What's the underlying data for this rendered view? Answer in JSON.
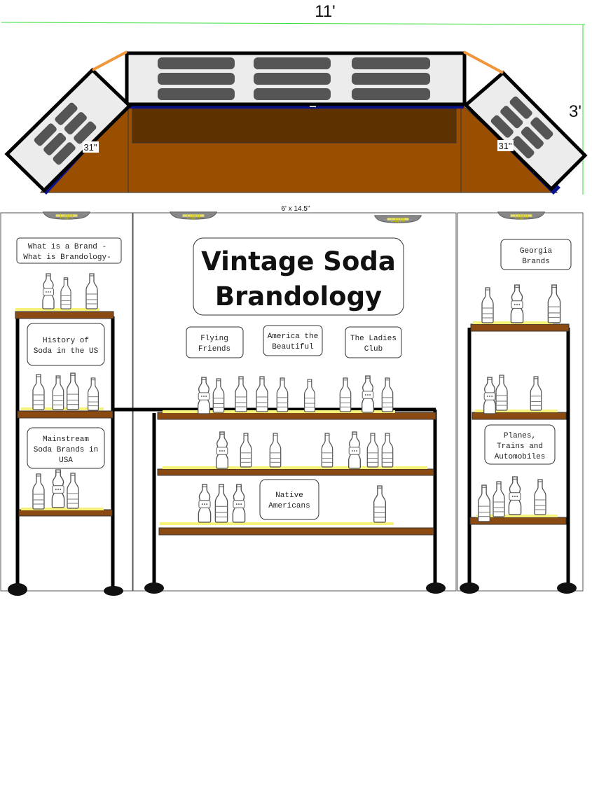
{
  "dimensions": {
    "width_label": "11'",
    "height_label": "3'",
    "side_panel_left": "31\"",
    "side_panel_right": "31\"",
    "center_label": "6' x 14.5\""
  },
  "lights": [
    "Light",
    "Light",
    "Light",
    "Light"
  ],
  "title": {
    "line1": "Vintage Soda",
    "line2": "Brandology"
  },
  "topics": {
    "what_is_brand": [
      "What is a Brand -",
      "What is Brandology-"
    ],
    "history": [
      "History of",
      "Soda in the US"
    ],
    "mainstream": [
      "Mainstream",
      "Soda Brands in",
      "USA"
    ],
    "flying": [
      "Flying",
      "Friends"
    ],
    "america": [
      "America the",
      "Beautiful"
    ],
    "ladies": [
      "The Ladies",
      "Club"
    ],
    "native": [
      "Native",
      "Americans"
    ],
    "georgia": [
      "Georgia",
      "Brands"
    ],
    "planes": [
      "Planes,",
      "Trains and",
      "Automobiles"
    ]
  },
  "colors": {
    "shelf": "#8b4a12",
    "wood": "#9a4f00",
    "dark_wood": "#5e3200",
    "navy": "#0a128f",
    "orange": "#f0963c",
    "highlight": "#f6f27a",
    "green_line": "#3adf3a"
  },
  "icons": {
    "bottle": "bottle-icon",
    "light": "light-fixture-icon"
  }
}
